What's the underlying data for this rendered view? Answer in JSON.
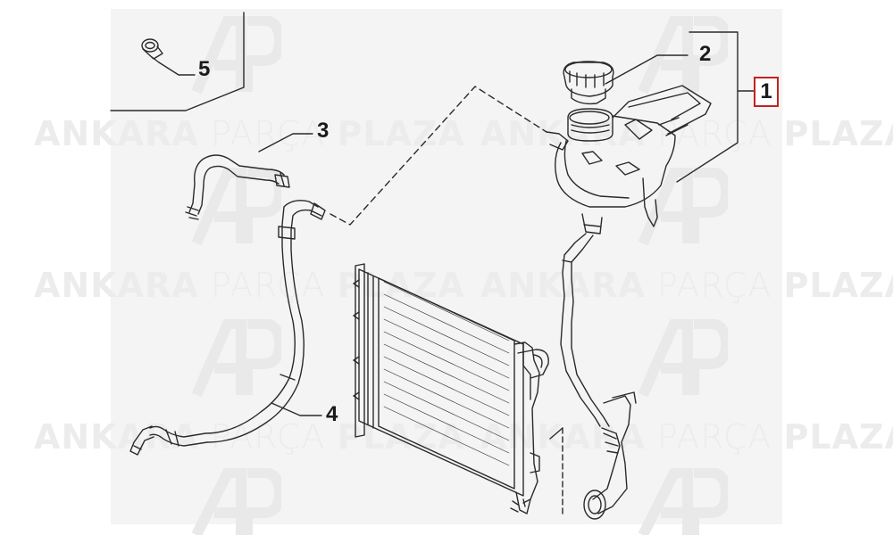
{
  "watermark": {
    "brand_bold_1": "ANKARA",
    "brand_light": "PARÇA",
    "brand_bold_2": "PLAZA"
  },
  "callouts": {
    "c1": "1",
    "c2": "2",
    "c3": "3",
    "c4": "4",
    "c5": "5"
  },
  "colors": {
    "line": "#2a2a2a",
    "highlight": "#c42020",
    "watermark": "#ececec",
    "background": "#f4f4f4"
  }
}
